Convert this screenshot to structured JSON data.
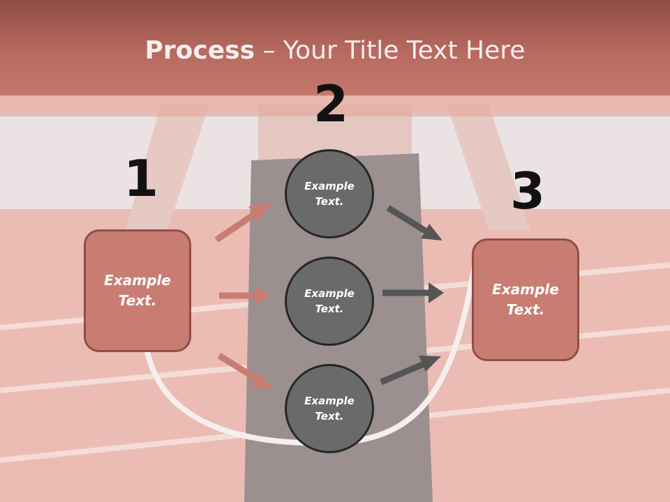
{
  "title": {
    "bold": "Process",
    "rest": " – Your Title Text Here"
  },
  "steps": {
    "one": "1",
    "two": "2",
    "three": "3"
  },
  "left_box": {
    "label": "Example\nText."
  },
  "right_box": {
    "label": "Example\nText."
  },
  "circles": [
    {
      "label": "Example\nText."
    },
    {
      "label": "Example\nText."
    },
    {
      "label": "Example\nText."
    }
  ],
  "colors": {
    "accent": "#c97d72",
    "circle": "#6a6a6a",
    "arrow_left": "#c97d72",
    "arrow_right": "#555555"
  }
}
